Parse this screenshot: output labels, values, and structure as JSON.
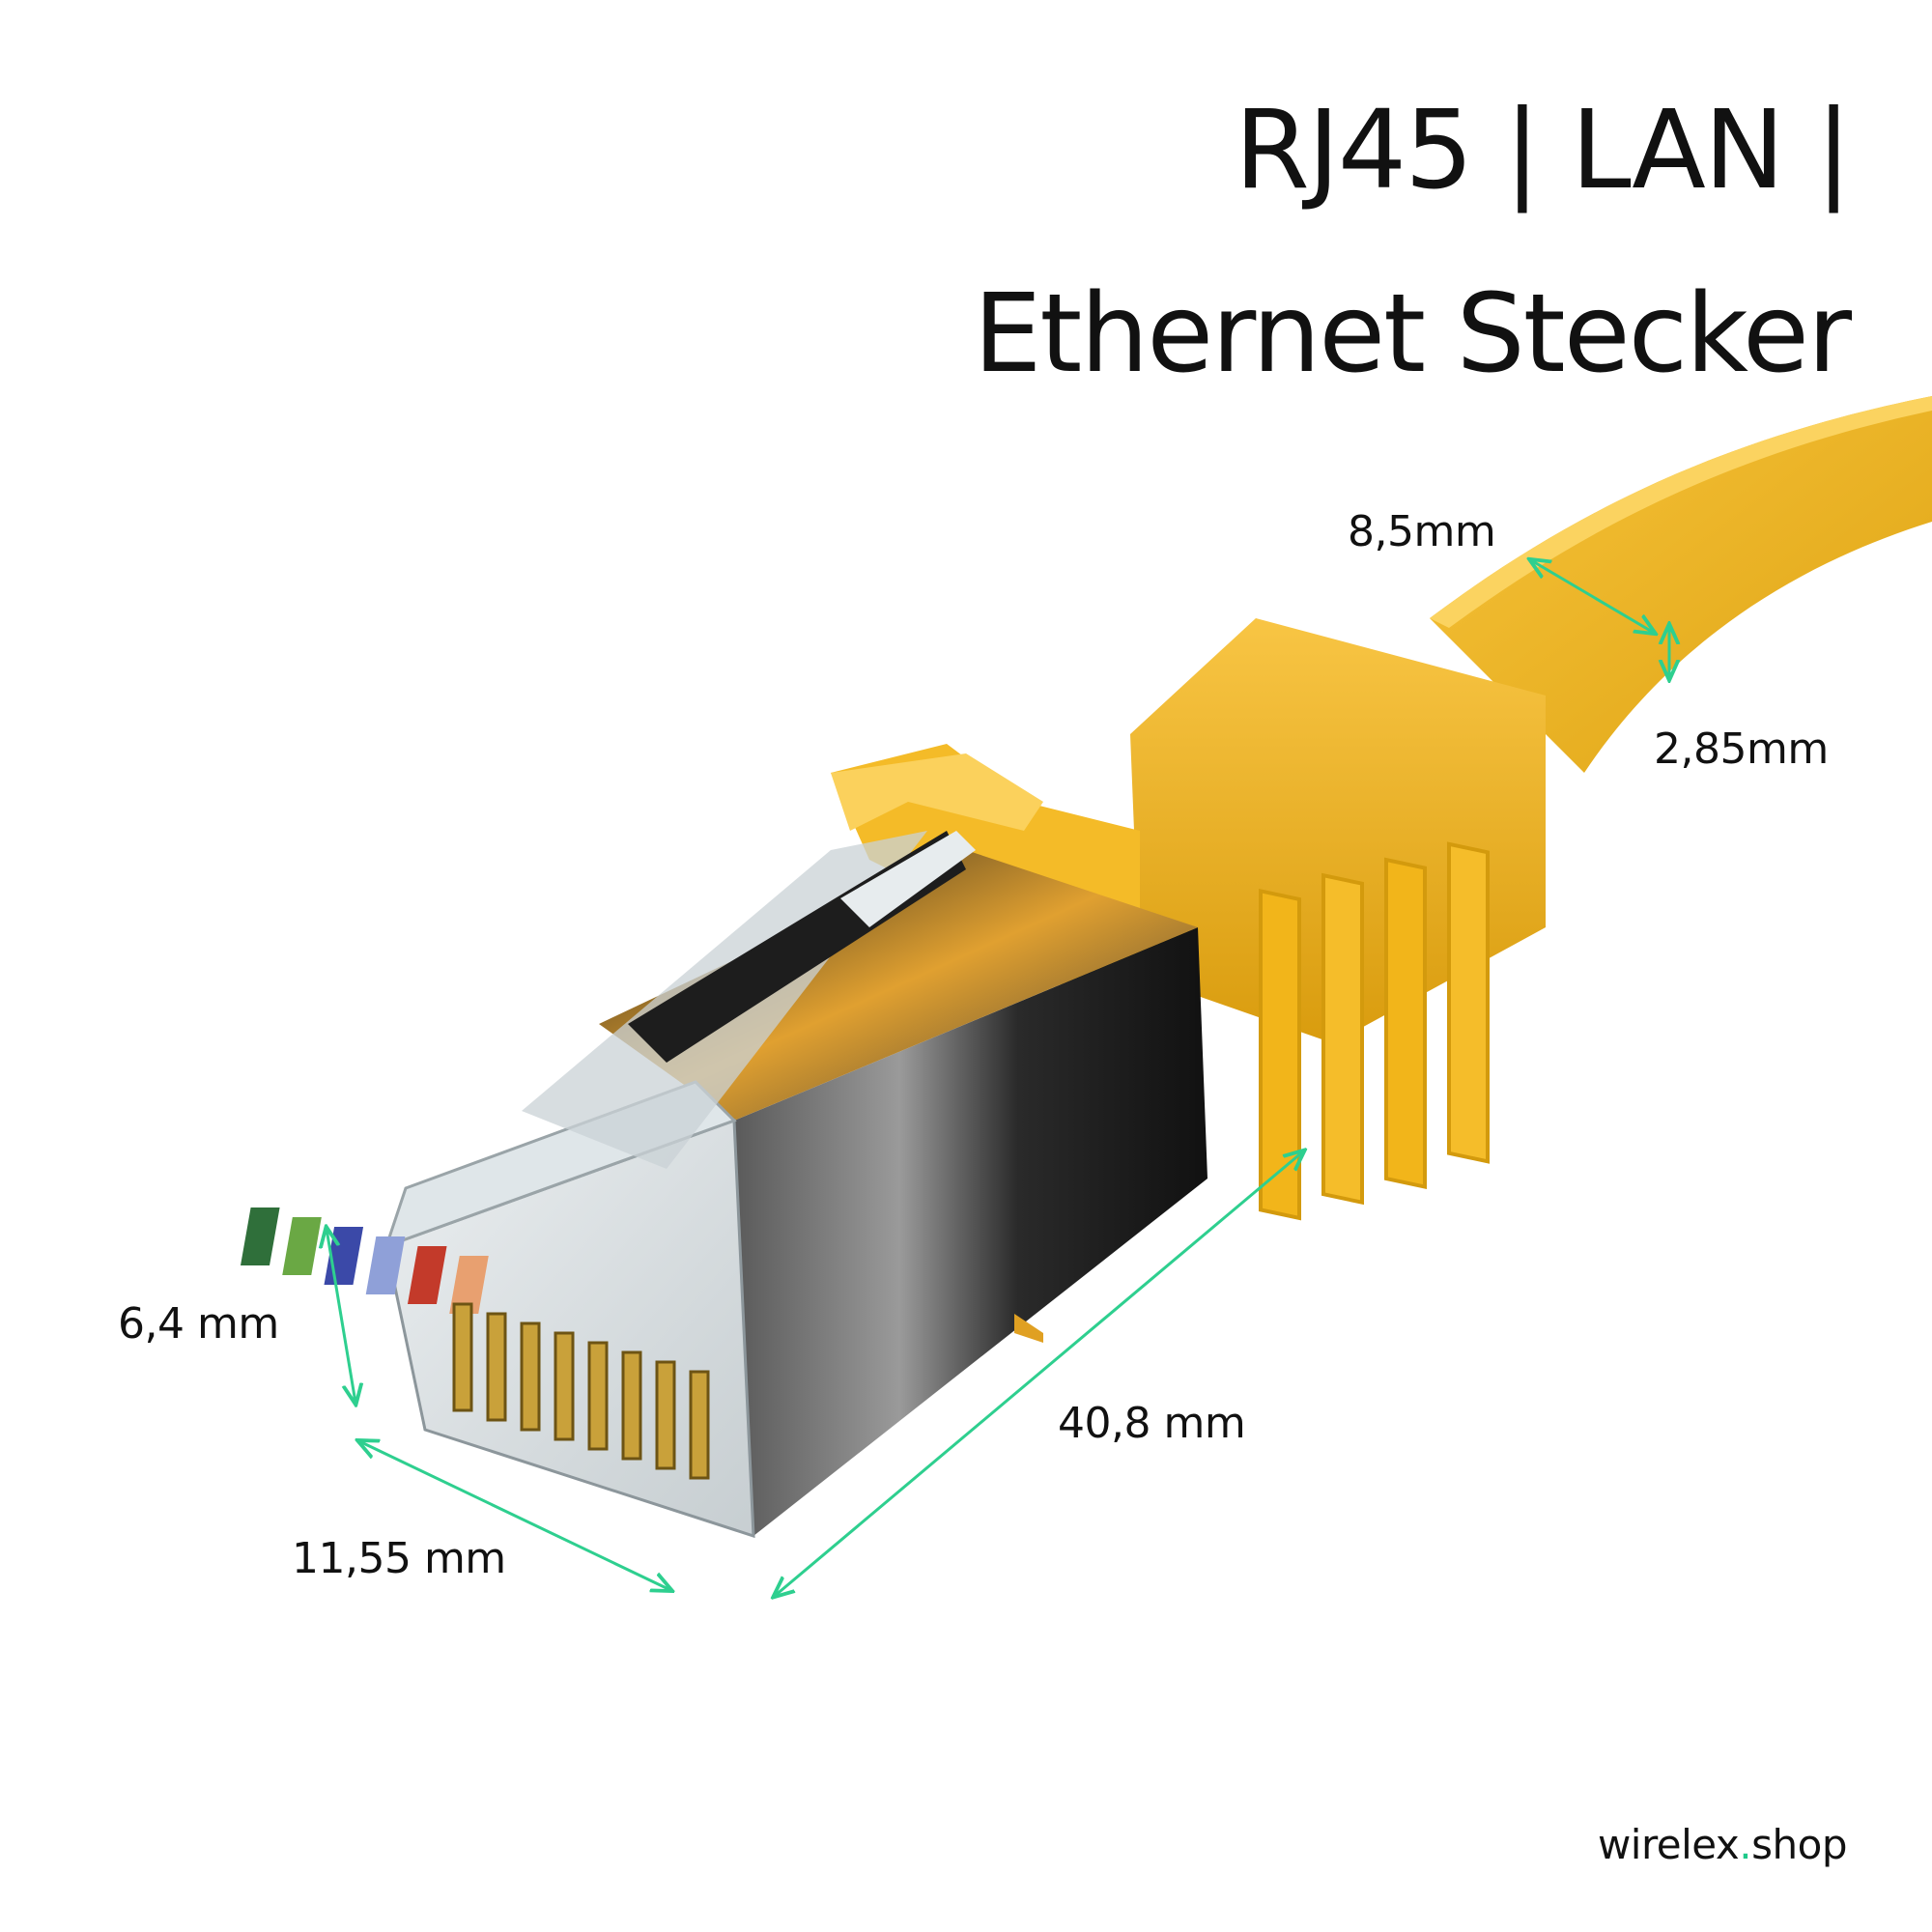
{
  "title": {
    "line1": "RJ45 | LAN |",
    "line2": "Ethernet Stecker"
  },
  "dimensions": {
    "cable_width": "8,5mm",
    "cable_thickness": "2,85mm",
    "plug_height": "6,4 mm",
    "plug_length": "40,8 mm",
    "plug_width": "11,55 mm"
  },
  "brand": {
    "name": "wirelex",
    "dot": ".",
    "tld": "shop"
  },
  "colors": {
    "cable": "#f2b51a",
    "cable_dark": "#d39a0d",
    "dimension_arrow": "#2ecf8f",
    "accent_dot": "#1fc98a",
    "text": "#111111",
    "shield": "#2a2a2a",
    "contacts": "#c9a13a"
  }
}
